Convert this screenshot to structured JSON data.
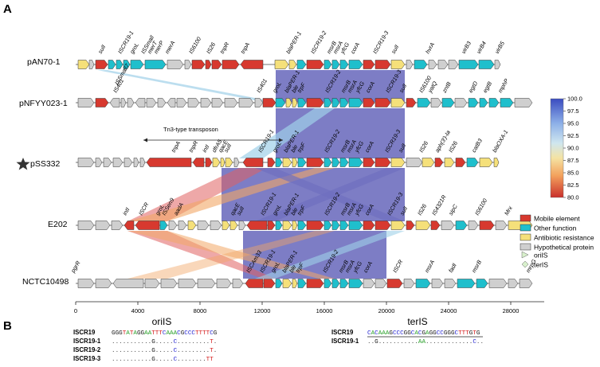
{
  "panels": {
    "a": "A",
    "b": "B"
  },
  "colors": {
    "mobile": "#d7392f",
    "other": "#1fbfcc",
    "antibiotic": "#f5e07a",
    "hypothetical": "#cfcfcf",
    "purple": "#6f6fbf",
    "lightblue": "#9fd0e8",
    "orange": "#f2a766",
    "red": "#e06060"
  },
  "tracks": [
    {
      "name": "pAN70-1",
      "star": false
    },
    {
      "name": "pNFYY023-1",
      "star": false
    },
    {
      "name": "pSS332",
      "star": true
    },
    {
      "name": "E202",
      "star": false
    },
    {
      "name": "NCTC10498",
      "star": false
    }
  ],
  "gene_labels": {
    "t0": [
      [
        "sulI",
        127
      ],
      [
        "ISCR19-1",
        152
      ],
      [
        "groL",
        167
      ],
      [
        "ISSmall",
        181
      ],
      [
        "merT",
        189
      ],
      [
        "merP",
        197
      ],
      [
        "merA",
        211
      ],
      [
        "IS6100",
        241
      ],
      [
        "IS26",
        263
      ],
      [
        "tnpR",
        280
      ],
      [
        "tnpA",
        306
      ],
      [
        "blaPER-1",
        363
      ],
      [
        "ISCR19-2",
        394
      ],
      [
        "msrB",
        414
      ],
      [
        "msrA",
        422
      ],
      [
        "yfcG",
        431
      ],
      [
        "corA",
        444
      ],
      [
        "ISCR19-3",
        472
      ],
      [
        "sulI",
        495
      ],
      [
        "hvrA",
        538
      ],
      [
        "virB3",
        583
      ],
      [
        "virB4",
        602
      ],
      [
        "virB5",
        625
      ]
    ],
    "t1": [
      [
        "ISSmall7",
        148
      ],
      [
        "IS401",
        146
      ],
      [
        "IS401",
        326
      ],
      [
        "groL",
        346
      ],
      [
        "blaPER-1",
        361
      ],
      [
        "ble",
        370
      ],
      [
        "trpF",
        377
      ],
      [
        "ISCR19-2",
        412
      ],
      [
        "msrB",
        432
      ],
      [
        "msrA",
        440
      ],
      [
        "yfcG",
        450
      ],
      [
        "corA",
        463
      ],
      [
        "ISCR19-3",
        488
      ],
      [
        "sulI",
        505
      ],
      [
        "IS6100",
        530
      ],
      [
        "yatQ",
        541
      ],
      [
        "zntB",
        559
      ],
      [
        "egtD",
        592
      ],
      [
        "egtB",
        610
      ],
      [
        "mphP",
        629
      ]
    ],
    "t2": [
      [
        "tnpA",
        219
      ],
      [
        "tnpR",
        241
      ],
      [
        "intI",
        258
      ],
      [
        "dfrA5",
        270
      ],
      [
        "qacE",
        278
      ],
      [
        "sulI",
        285
      ],
      [
        "ISCR19-1",
        328
      ],
      [
        "groL",
        346
      ],
      [
        "blaPER-1",
        360
      ],
      [
        "ble",
        369
      ],
      [
        "trpF",
        377
      ],
      [
        "ISCR19-2",
        411
      ],
      [
        "msrB",
        431
      ],
      [
        "msrA",
        439
      ],
      [
        "yfcG",
        449
      ],
      [
        "corA",
        462
      ],
      [
        "ISCR19-3",
        487
      ],
      [
        "sulI",
        504
      ],
      [
        "IS26",
        530
      ],
      [
        "aph(3')-Ia",
        550
      ],
      [
        "IS26",
        567
      ],
      [
        "catB3",
        596
      ],
      [
        "blaOXA-1",
        622
      ]
    ],
    "t3": [
      [
        "intI",
        158
      ],
      [
        "ISCR",
        178
      ],
      [
        "groL",
        199
      ],
      [
        "ISSen9",
        207
      ],
      [
        "aadA",
        222
      ],
      [
        "qacE",
        293
      ],
      [
        "sulI",
        301
      ],
      [
        "ISCR19-1",
        331
      ],
      [
        "groL",
        346
      ],
      [
        "blaPER-1",
        360
      ],
      [
        "ble",
        369
      ],
      [
        "trpF",
        377
      ],
      [
        "ISCR19-2",
        411
      ],
      [
        "msrB",
        431
      ],
      [
        "msrA",
        439
      ],
      [
        "yfcG",
        449
      ],
      [
        "corA",
        462
      ],
      [
        "ISCR19-3",
        490
      ],
      [
        "sulI",
        506
      ],
      [
        "IS26",
        528
      ],
      [
        "IS4321R",
        546
      ],
      [
        "sipC",
        567
      ],
      [
        "IS6100",
        600
      ],
      [
        "Mrx",
        637
      ]
    ],
    "t4": [
      [
        "pgrR",
        93
      ],
      [
        "ISCAm33",
        313
      ],
      [
        "ISCR19-1",
        330
      ],
      [
        "groL",
        344
      ],
      [
        "blaPER-1",
        358
      ],
      [
        "ble",
        367
      ],
      [
        "trpF",
        375
      ],
      [
        "ISCR19-2",
        409
      ],
      [
        "msrB",
        429
      ],
      [
        "msrA",
        437
      ],
      [
        "yfcG",
        447
      ],
      [
        "corA",
        460
      ],
      [
        "ISCR",
        497
      ],
      [
        "msrA",
        537
      ],
      [
        "fadI",
        567
      ],
      [
        "msrB",
        596
      ],
      [
        "mrpG",
        664
      ]
    ]
  },
  "annotation": {
    "transposon": "Tn3-type transposon"
  },
  "axis": {
    "ticks": [
      "0",
      "4000",
      "8000",
      "12000",
      "16000",
      "20000",
      "24000",
      "28000"
    ]
  },
  "colorbar": {
    "min": 80.0,
    "max": 100.0,
    "ticks": [
      "100.0",
      "97.5",
      "95.0",
      "92.5",
      "90.0",
      "87.5",
      "85.0",
      "82.5",
      "80.0"
    ]
  },
  "legend": {
    "items": [
      {
        "label": "Mobile element",
        "color": "#d7392f"
      },
      {
        "label": "Other function",
        "color": "#1fbfcc"
      },
      {
        "label": "Antibiotic resistance",
        "color": "#f5e07a"
      },
      {
        "label": "Hypothetical protein",
        "color": "#cfcfcf"
      }
    ],
    "orilS": "oriIS",
    "terlS": "terIS"
  },
  "panel_b": {
    "orilS": {
      "title": "oriIS",
      "rows": [
        {
          "name": "ISCR19",
          "seq": "GGGTATAGGAATTTCAAACGCCCTTTTCG"
        },
        {
          "name": "ISCR19-1",
          "seq": "...........G.....C.........T."
        },
        {
          "name": "ISCR19-2",
          "seq": "...........G.....C.........T."
        },
        {
          "name": "ISCR19-3",
          "seq": "...........G.....C........TT"
        }
      ]
    },
    "terlS": {
      "title": "terIS",
      "rows": [
        {
          "name": "ISCR19",
          "seq": "CACAAAGCCCGGCACGAGGCCGGGCTTTGTG"
        },
        {
          "name": "ISCR19-1",
          "seq": "..G...........AA.............C.."
        }
      ]
    }
  }
}
